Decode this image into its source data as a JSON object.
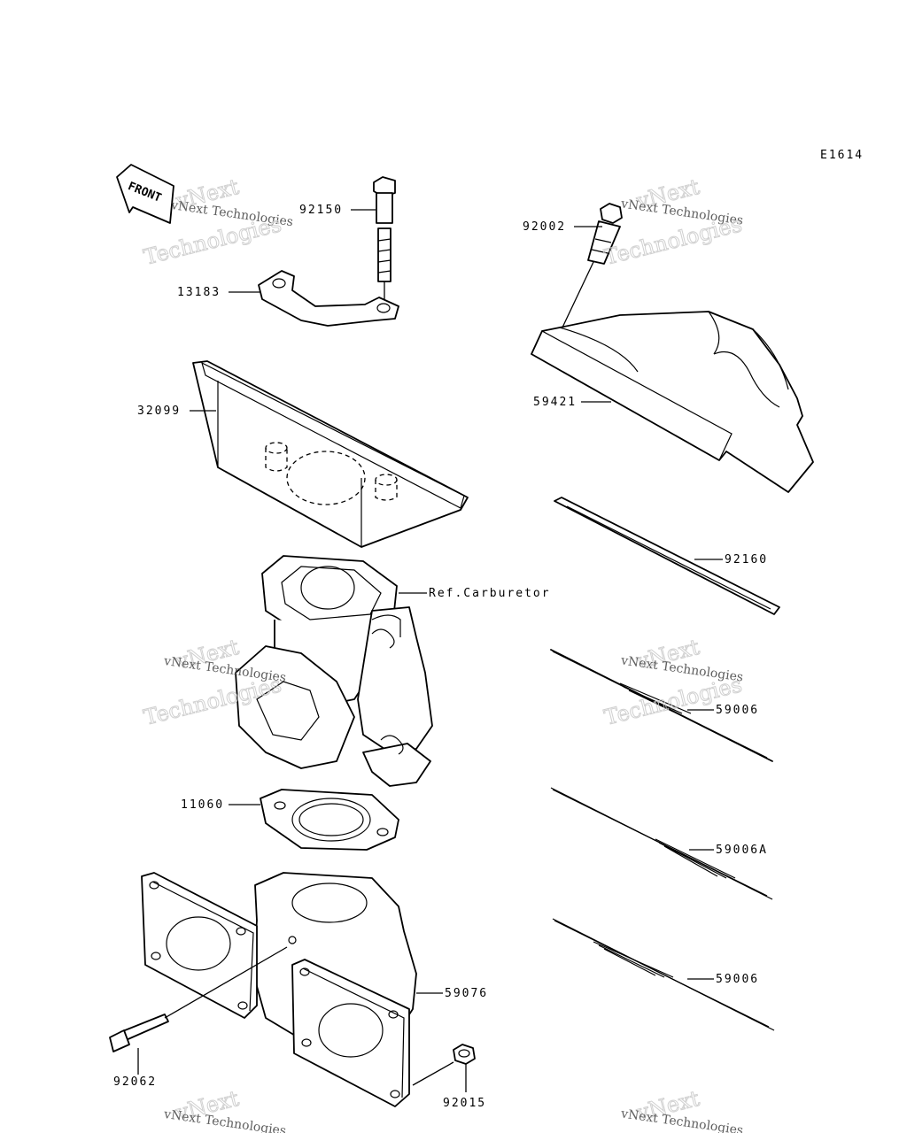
{
  "figure_code": "E1614",
  "front_label": "FRONT",
  "ref_label": "Ref.Carburetor",
  "watermark": {
    "line1": "vNext Technologies",
    "line2": "Technologies",
    "line3": "vNext"
  },
  "parts": {
    "p92150": "92150",
    "p13183": "13183",
    "p32099": "32099",
    "p11060": "11060",
    "p59076": "59076",
    "p92062": "92062",
    "p92015": "92015",
    "p92002": "92002",
    "p59421": "59421",
    "p92160": "92160",
    "p59006a": "59006",
    "p59006A": "59006A",
    "p59006b": "59006"
  }
}
